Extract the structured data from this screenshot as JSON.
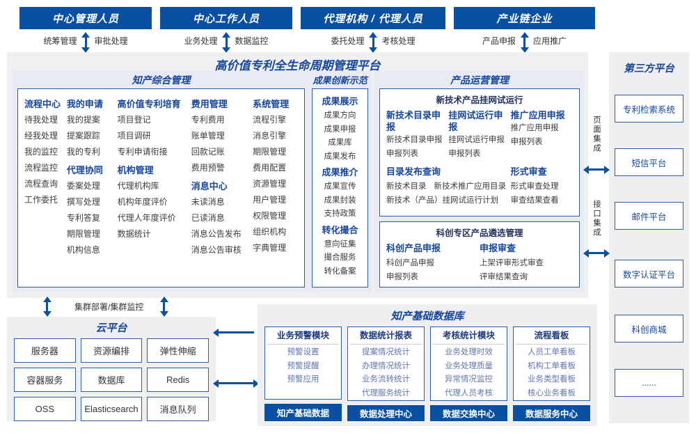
{
  "user_groups": [
    {
      "title": "中心管理人员",
      "left": "统筹管理",
      "right": "审批处理"
    },
    {
      "title": "中心工作人员",
      "left": "业务处理",
      "right": "数据监控"
    },
    {
      "title": "代理机构 / 代理人员",
      "left": "委托处理",
      "right": "考核处理"
    },
    {
      "title": "产业链企业",
      "left": "产品申报",
      "right": "应用推广"
    }
  ],
  "platform": {
    "title": "高价值专利全生命周期管理平台",
    "ip": {
      "title": "知产综合管理",
      "groups": {
        "process": {
          "h": "流程中心",
          "items": [
            "待我处理",
            "经我处理",
            "我的监控",
            "流程监控",
            "流程查询",
            "工作委托"
          ]
        },
        "myapp": {
          "h": "我的申请",
          "items": [
            "我的提案",
            "提案跟踪",
            "我的专利"
          ]
        },
        "agency": {
          "h": "代理协同",
          "items": [
            "委案处理",
            "撰写处理",
            "专利答复",
            "期限管理",
            "机构信息"
          ]
        },
        "cultivate": {
          "h": "高价值专利培育",
          "items": [
            "项目登记",
            "项目调研",
            "专利申请衔接"
          ]
        },
        "org": {
          "h": "机构管理",
          "items": [
            "代理机构库",
            "机构年度评价",
            "代理人年度评价",
            "数据统计"
          ]
        },
        "fee": {
          "h": "费用管理",
          "items": [
            "专利费用",
            "账单管理",
            "回款记账",
            "费用预警"
          ]
        },
        "msg": {
          "h": "消息中心",
          "items": [
            "未读消息",
            "已读消息",
            "消息公告发布",
            "消息公告审核"
          ]
        },
        "sys": {
          "h": "系统管理",
          "items": [
            "流程引擎",
            "消息引擎",
            "期限管理",
            "费用配置",
            "资源管理",
            "用户管理",
            "权限管理",
            "组织机构",
            "字典管理"
          ]
        }
      }
    },
    "achieve": {
      "title": "成果创新示范",
      "groups": {
        "show": {
          "h": "成果展示",
          "items": [
            "成果方向",
            "成果申报",
            "成果库",
            "成果发布"
          ]
        },
        "promote": {
          "h": "成果推介",
          "items": [
            "成果宣传",
            "成果封装",
            "支持政策"
          ]
        },
        "match": {
          "h": "转化撮合",
          "items": [
            "意向征集",
            "撮合服务",
            "转化备案"
          ]
        }
      }
    },
    "ops": {
      "title": "产品运营管理",
      "trial": {
        "title": "新技术产品挂网试运行",
        "cols": [
          {
            "h": "新技术目录申报",
            "items": [
              "新技术目录申报",
              "申报列表"
            ]
          },
          {
            "h": "挂网试运行申报",
            "items": [
              "挂网试运行申报",
              "申报列表"
            ]
          },
          {
            "h": "推广应用申报",
            "items": [
              "推广应用申报",
              "申报列表"
            ]
          }
        ],
        "catalog": {
          "h": "目录发布查询",
          "items": [
            "新技术目录",
            "新技术推广应用目录",
            "新技术（产品）挂网试运行计划"
          ]
        },
        "review": {
          "h": "形式审查",
          "items": [
            "形式审查处理",
            "审查结果查看"
          ]
        }
      },
      "kc": {
        "title": "科创专区产品遴选管理",
        "cols": [
          {
            "h": "科创产品申报",
            "items": [
              "科创产品申报",
              "申报列表"
            ]
          },
          {
            "h": "申报审查",
            "items": [
              "上架评审形式审查",
              "评审结果查询"
            ]
          }
        ]
      }
    }
  },
  "third_party": {
    "title": "第三方平台",
    "boxes": [
      "专利检索系统",
      "短信平台",
      "邮件平台",
      "数字认证平台",
      "科创商城",
      "......"
    ]
  },
  "integration": {
    "page": "页面集成",
    "api": "接口集成"
  },
  "cluster_label": "集群部署/集群监控",
  "cloud": {
    "title": "云平台",
    "boxes": [
      "服务器",
      "资源编排",
      "弹性伸缩",
      "容器服务",
      "数据库",
      "Redis",
      "OSS",
      "Elasticsearch",
      "消息队列"
    ]
  },
  "data_platform": {
    "title": "知产基础数据库",
    "modules": [
      {
        "h": "业务预警模块",
        "items": [
          "预警设置",
          "预警提醒",
          "预警应用"
        ],
        "bar": "知产基础数据"
      },
      {
        "h": "数据统计报表",
        "items": [
          "提案情况统计",
          "办理情况统计",
          "业务流转统计",
          "代理服务统计"
        ],
        "bar": "数据处理中心"
      },
      {
        "h": "考核统计模块",
        "items": [
          "业务处理时效",
          "业务处理质量",
          "异常情况监控",
          "代理人员考核"
        ],
        "bar": "数据交换中心"
      },
      {
        "h": "流程看板",
        "items": [
          "人员工单看板",
          "机构工单看板",
          "业务类型看板",
          "核心业务看板"
        ],
        "bar": "数据服务中心"
      }
    ]
  },
  "colors": {
    "primary_blue": "#0a50a2",
    "heading_blue": "#15459c",
    "border_blue": "#2e5ba8",
    "panel_lavender": "#e9ebf4",
    "panel_gray": "#efeff1"
  }
}
